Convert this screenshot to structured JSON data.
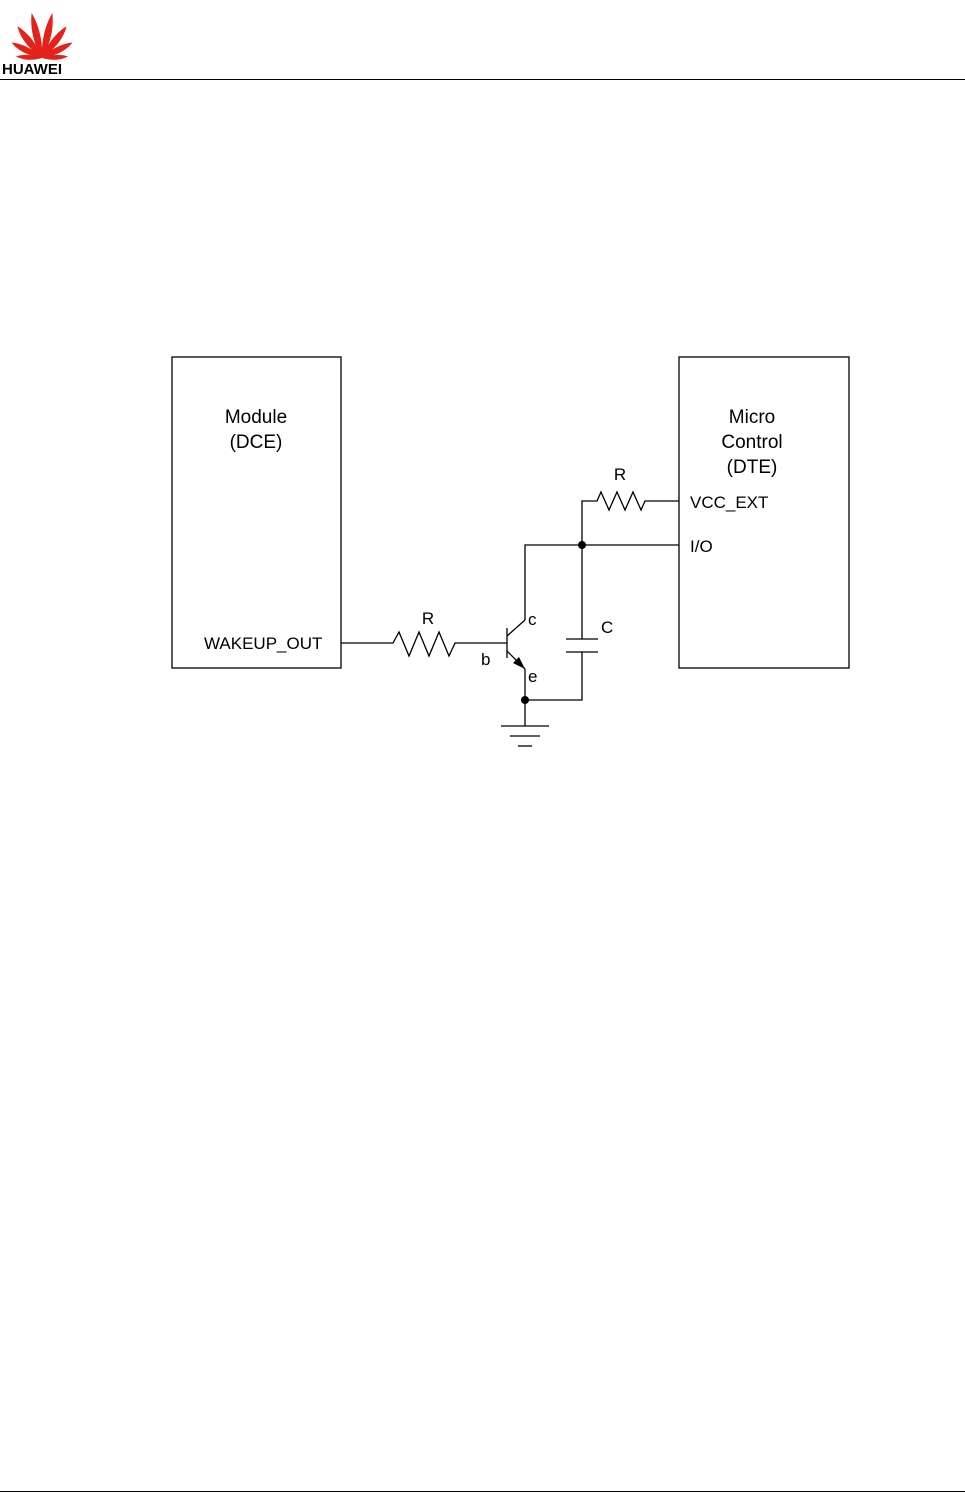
{
  "header": {
    "brand_name": "HUAWEI",
    "brand_color": "#e2231a"
  },
  "diagram": {
    "module_block": {
      "title_line1": "Module",
      "title_line2": "(DCE)",
      "pin_label": "WAKEUP_OUT"
    },
    "mcu_block": {
      "title_line1": "Micro",
      "title_line2": "Control",
      "title_line3": "(DTE)",
      "pin_vcc_label": "VCC_EXT",
      "pin_io_label": "I/O"
    },
    "components": {
      "base_resistor_label": "R",
      "pullup_resistor_label": "R",
      "capacitor_label": "C",
      "transistor_base_label": "b",
      "transistor_collector_label": "c",
      "transistor_emitter_label": "e"
    }
  }
}
